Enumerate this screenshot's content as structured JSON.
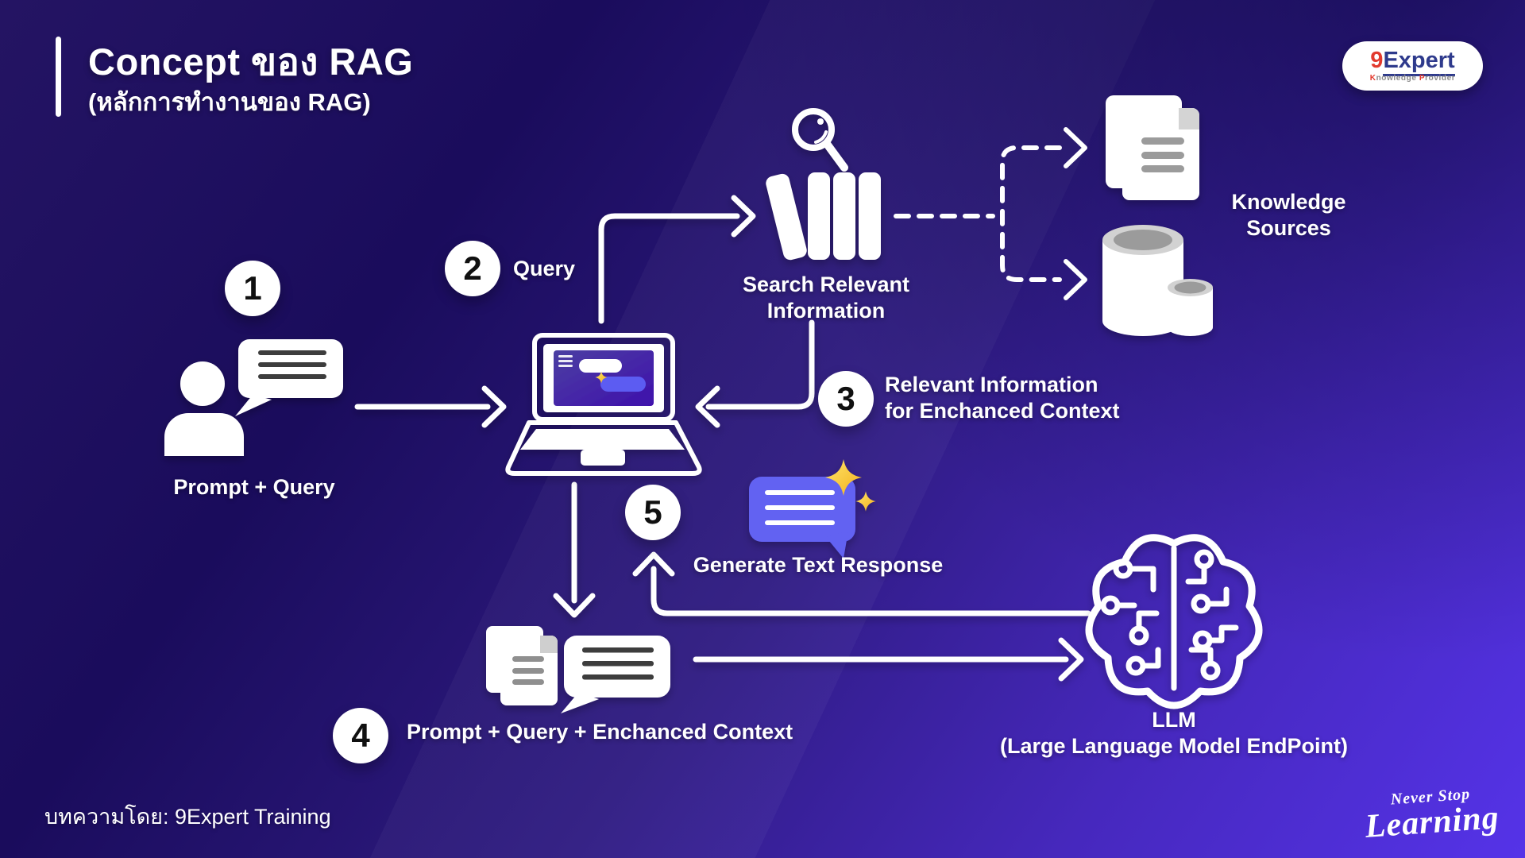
{
  "header": {
    "title": "Concept ของ RAG",
    "subtitle": "(หลักการทำงานของ RAG)"
  },
  "logo": {
    "number": "9",
    "name": "Expert",
    "tagline": {
      "k": "K",
      "k_rest": "nowledge ",
      "p": "P",
      "p_rest": "rovider"
    }
  },
  "steps": [
    {
      "num": "1",
      "label": "Prompt + Query"
    },
    {
      "num": "2",
      "label": "Query"
    },
    {
      "num": "3",
      "label": "Relevant Information\nfor Enchanced Context"
    },
    {
      "num": "4",
      "label": "Prompt + Query + Enchanced Context"
    },
    {
      "num": "5",
      "label": "Generate Text Response"
    }
  ],
  "nodes": {
    "search": {
      "label": "Search Relevant\nInformation"
    },
    "knowledge": {
      "label": "Knowledge\nSources"
    },
    "llm": {
      "label": "LLM\n(Large Language Model EndPoint)"
    }
  },
  "footer": {
    "credit": "บทความโดย: 9Expert Training",
    "tagline_top": "Never Stop",
    "tagline_bottom": "Learning"
  },
  "icons": {
    "step1": "user-with-chat-bubble-icon",
    "hub": "laptop-icon",
    "search": "books-with-magnifier-icon",
    "knowledge_docs": "documents-icon",
    "knowledge_db": "database-cylinders-icon",
    "generate": "chat-bubble-with-sparkles-icon",
    "context": "documents-with-chat-bubble-icon",
    "llm": "brain-circuit-icon",
    "logo": "9expert-logo"
  },
  "colors": {
    "background_top": "#1a0c5c",
    "background_bottom": "#5533e8",
    "accent_bubble": "#6262f2",
    "sparkle_gold": "#f6c92e",
    "logo_red": "#e23a2e",
    "logo_blue": "#2e3a8c",
    "circle_bg": "#ffffff",
    "circle_text": "#101010",
    "text": "#ffffff"
  }
}
